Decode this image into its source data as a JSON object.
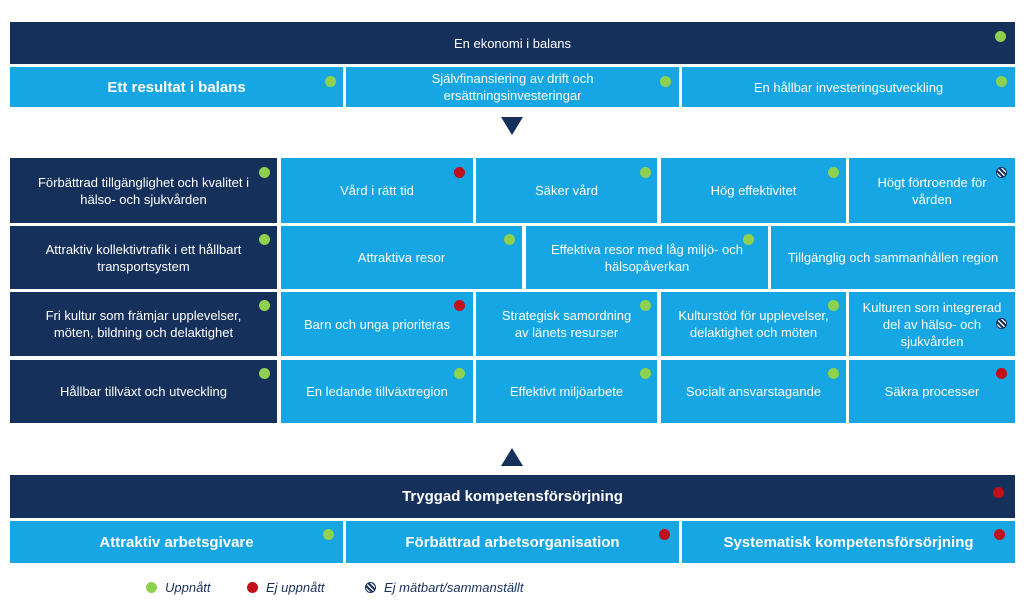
{
  "top": {
    "title": "En ekonomi i balans",
    "subs": [
      "Ett resultat i balans",
      "Självfinansiering av drift och ersättningsinvesteringar",
      "En hållbar investeringsutveckling"
    ]
  },
  "rows": [
    {
      "header": "Förbättrad tillgänglighet och kvalitet i hälso- och sjukvården",
      "cells": [
        "Vård i rätt tid",
        "Säker vård",
        "Hög effektivitet",
        "Högt förtroende för vården"
      ]
    },
    {
      "header": "Attraktiv kollektivtrafik i ett hållbart transportsystem",
      "cells": [
        "Attraktiva resor",
        "Effektiva resor med låg miljö- och hälsopåverkan",
        "Tillgänglig och sammanhållen region"
      ]
    },
    {
      "header": "Fri kultur som främjar upplevelser, möten, bildning och delaktighet",
      "cells": [
        "Barn och unga prioriteras",
        "Strategisk samordning av länets resurser",
        "Kulturstöd för upplevelser, delaktighet och möten",
        "Kulturen som integrerad del av hälso- och sjukvården"
      ]
    },
    {
      "header": "Hållbar tillväxt och utveckling",
      "cells": [
        "En ledande tillväxtregion",
        "Effektivt miljöarbete",
        "Socialt ansvarstagande",
        "Säkra processer"
      ]
    }
  ],
  "bottom": {
    "title": "Tryggad kompetensförsörjning",
    "subs": [
      "Attraktiv arbetsgivare",
      "Förbättrad arbetsorganisation",
      "Systematisk kompetensförsörjning"
    ]
  },
  "legend": {
    "achieved": "Uppnått",
    "not_achieved": "Ej uppnått",
    "not_measurable": "Ej mätbart/sammanställt"
  },
  "status": {
    "top_title": "green",
    "top_subs": [
      "green",
      "green",
      "green"
    ],
    "rows": [
      {
        "header": "green",
        "cells": [
          "red",
          "green",
          "green",
          "hatched"
        ]
      },
      {
        "header": "green",
        "cells": [
          "green",
          "green",
          "none"
        ]
      },
      {
        "header": "green",
        "cells": [
          "red",
          "green",
          "green",
          "hatched"
        ]
      },
      {
        "header": "green",
        "cells": [
          "green",
          "green",
          "green",
          "red"
        ]
      }
    ],
    "bottom_title": "red",
    "bottom_subs": [
      "green",
      "red",
      "red"
    ]
  },
  "colors": {
    "dark": "#16305c",
    "light": "#16a6e3",
    "achieved": "#8fd14f",
    "not_achieved": "#c0101a"
  }
}
